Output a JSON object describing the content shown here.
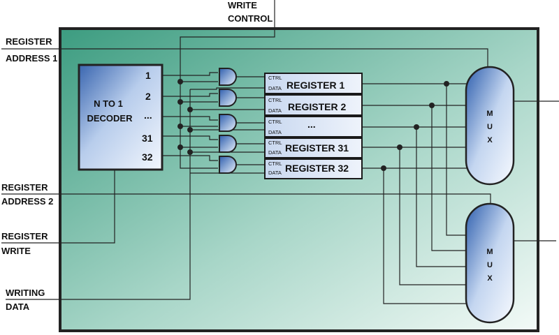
{
  "labels": {
    "write_control": [
      "WRITE",
      "CONTROL"
    ],
    "register_address_1": [
      "REGISTER",
      "ADDRESS 1"
    ],
    "register_address_2": [
      "REGISTER",
      "ADDRESS 2"
    ],
    "register_write": [
      "REGISTER",
      "WRITE"
    ],
    "writing_data": [
      "WRITING",
      "DATA"
    ]
  },
  "decoder": {
    "title": [
      "N TO 1",
      "DECODER"
    ],
    "outputs": [
      "1",
      "2",
      "...",
      "31",
      "32"
    ]
  },
  "registers": [
    {
      "name": "REGISTER 1",
      "ctrl": "CTRL",
      "data": "DATA"
    },
    {
      "name": "REGISTER 2",
      "ctrl": "CTRL",
      "data": "DATA"
    },
    {
      "name": "...",
      "ctrl": "CTRL",
      "data": "DATA"
    },
    {
      "name": "REGISTER 31",
      "ctrl": "CTRL",
      "data": "DATA"
    },
    {
      "name": "REGISTER 32",
      "ctrl": "CTRL",
      "data": "DATA"
    }
  ],
  "mux_upper": [
    "M",
    "U",
    "X"
  ],
  "mux_lower": [
    "M",
    "U",
    "X"
  ],
  "colors": {
    "panel_dark": "#4fa98f",
    "panel_light": "#e8f4f0",
    "decoder_dark": "#3f6fb7",
    "decoder_light": "#e6effa",
    "register_fill": "#dbe6f6",
    "outline": "#222222"
  }
}
